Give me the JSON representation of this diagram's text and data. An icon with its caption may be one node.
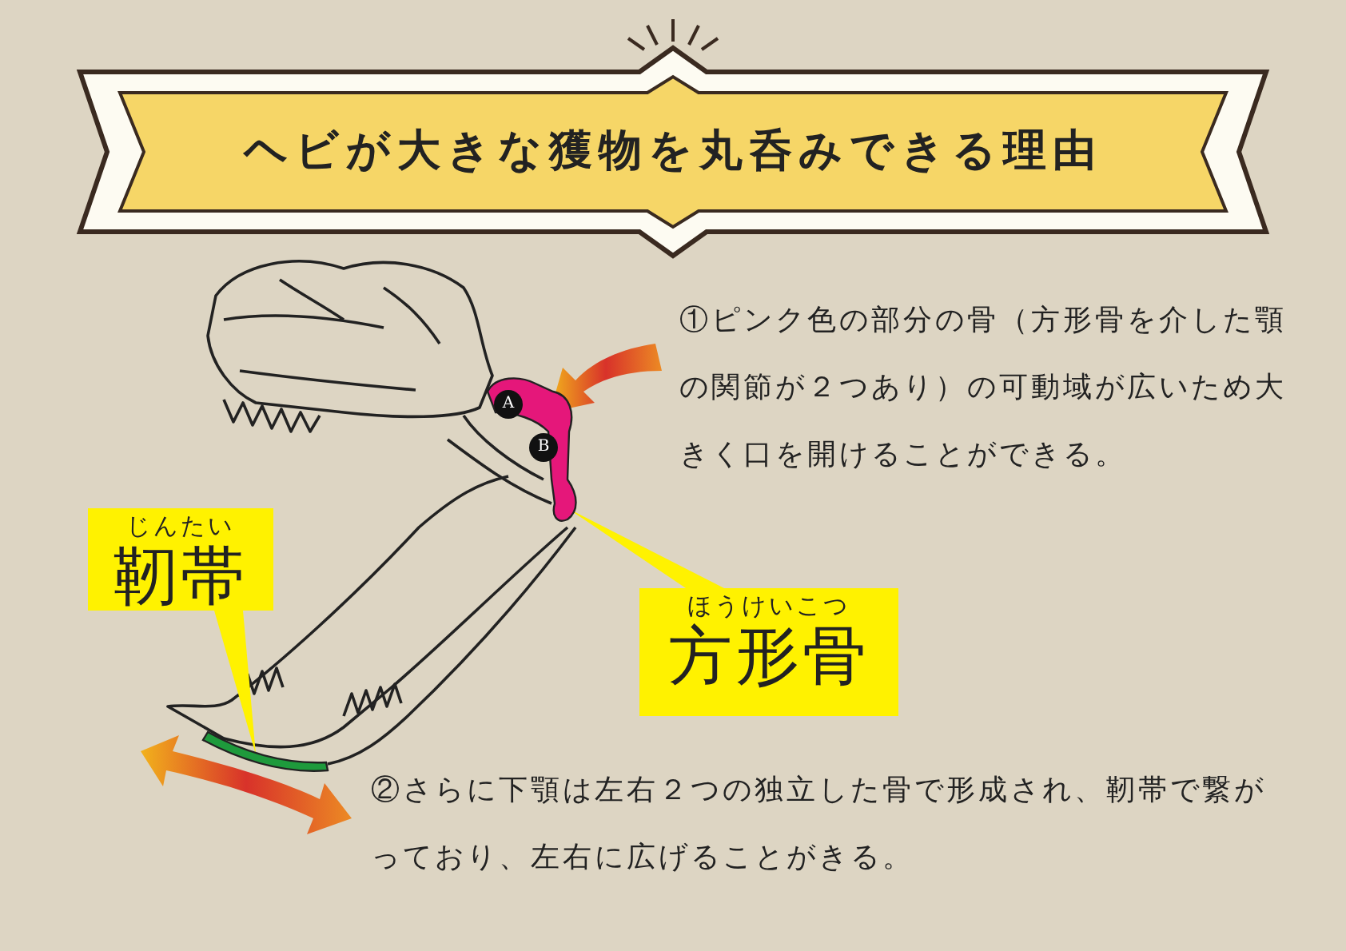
{
  "diagram": {
    "title": "ヘビが大きな獲物を丸呑みできる理由",
    "nodes": [
      {
        "text": [
          "じんたい",
          "靭帯"
        ]
      },
      {
        "text": [
          "ほうけいこつ",
          "方形骨"
        ]
      },
      {
        "text": [],
        "shape": "picture"
      },
      {
        "text": [],
        "shape": "picture"
      },
      {
        "text": [
          "A"
        ],
        "in": 3
      },
      {
        "text": [
          "B"
        ],
        "in": 3
      }
    ],
    "edges": [
      {
        "from": 0,
        "to": 2,
        "arrow": "none"
      },
      {
        "from": 1,
        "to": 3,
        "arrow": "none"
      }
    ],
    "labels": [
      "①ピンク色の部分の骨（方形骨を介した顎の関節が２つあり）の可動域が広いため大きく口を開けることができる。",
      "②さらに下顎は左右２つの独立した骨で形成され、靭帯で繋がっており、左右に広げることがきる。"
    ]
  }
}
